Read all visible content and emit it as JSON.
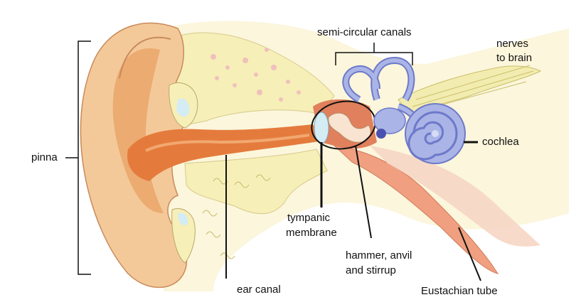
{
  "labels": {
    "semicircular": "semi-circular canals",
    "nerves_line1": "nerves",
    "nerves_line2": "to brain",
    "pinna": "pinna",
    "cochlea": "cochlea",
    "tympanic_line1": "tympanic",
    "tympanic_line2": "membrane",
    "hammer_line1": "hammer, anvil",
    "hammer_line2": "and stirrup",
    "ear_canal": "ear canal",
    "eustachian": "Eustachian tube"
  },
  "colors": {
    "skin": "#f4c99a",
    "skin_dark": "#e9a66a",
    "canal": "#e47b3c",
    "bone": "#f6efb8",
    "cartilage_spot": "#f0c0bc",
    "middle_ear": "#e0805c",
    "tube": "#f0a080",
    "inner_ear": "#aab4e6",
    "inner_ear_dark": "#6d79c9",
    "nerve": "#f3ecb0",
    "membrane": "#d4ecf4",
    "leader": "#111111"
  }
}
